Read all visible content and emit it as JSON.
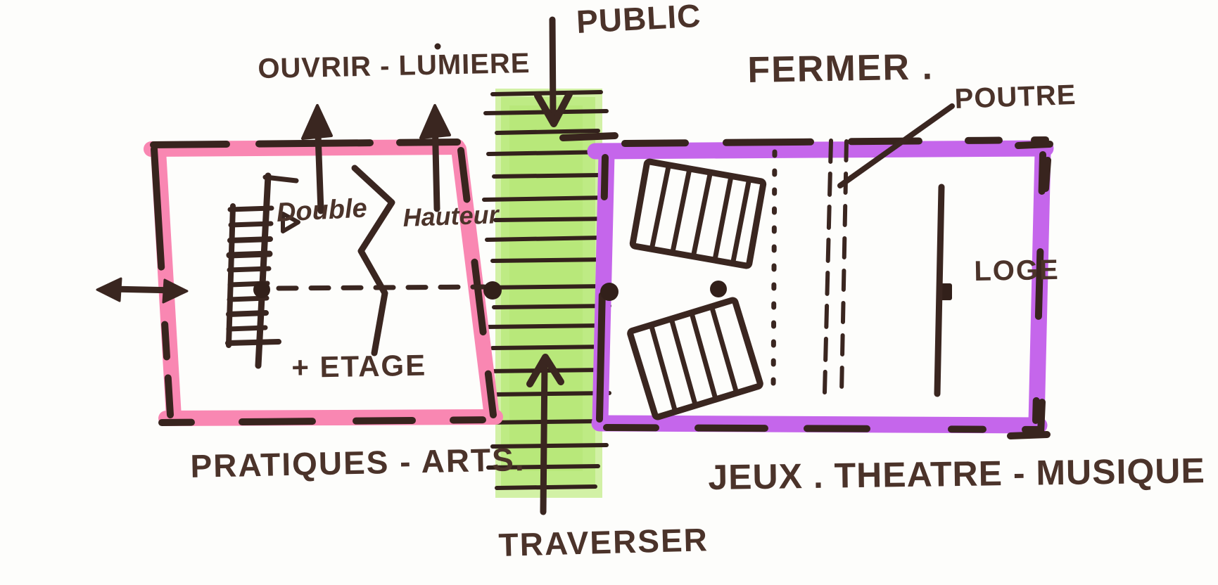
{
  "title": "Hand-drawn concept floor plan sketch",
  "colors": {
    "pink_marker": "#f987b2",
    "purple_marker": "#c566eb",
    "green_marker": "#bfe986",
    "ink": "#3a2620",
    "text_ink": "#4b332a",
    "paper": "#fdfdfb"
  },
  "zones": [
    {
      "id": "practice-arts-room",
      "outline_color": "#f987b2",
      "label": "PRATIQUES - ARTS."
    },
    {
      "id": "games-theatre-music-room",
      "outline_color": "#c566eb",
      "label": "JEUX . THEATRE - MUSIQUE"
    },
    {
      "id": "crossing-passage",
      "fill_color": "#bfe986",
      "label": "TRAVERSER"
    }
  ],
  "annotations": {
    "public": "PUBLIC",
    "ouvrir_lumiere": "OUVRIR - LUMIERE",
    "fermer": "FERMER .",
    "poutre": "POUTRE",
    "double": "Double",
    "hauteur": "Hauteur",
    "plus_etage": "+ ETAGE",
    "loge": "LOGE"
  }
}
